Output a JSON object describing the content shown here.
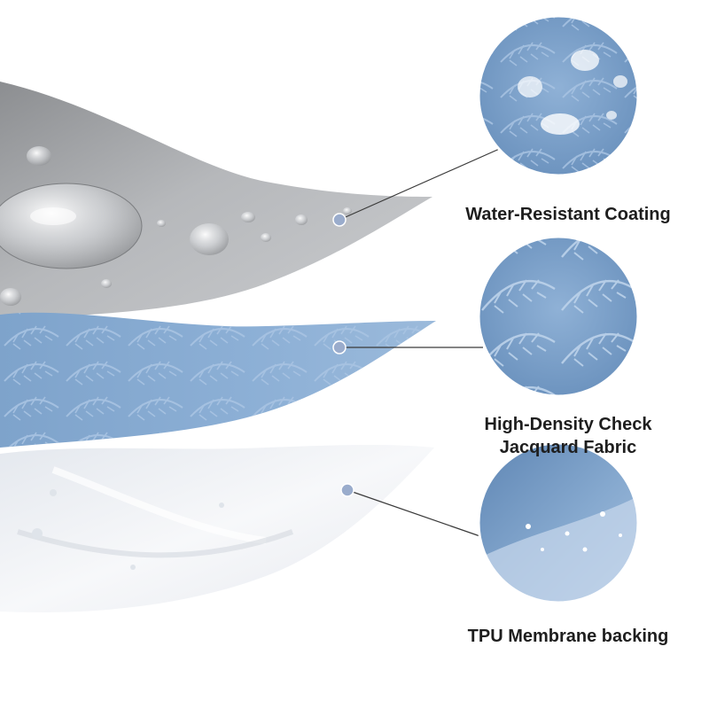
{
  "layers": [
    {
      "name": "water-resistant-coating",
      "lines": [
        "Water-Resistant Coating"
      ],
      "fabric_color": "#a9abae"
    },
    {
      "name": "jacquard-fabric",
      "lines": [
        "High-Density Check",
        "Jacquard Fabric"
      ],
      "fabric_color": "#86a9cf"
    },
    {
      "name": "tpu-membrane",
      "lines": [
        "TPU Membrane backing"
      ],
      "fabric_color": "#eef1f5"
    }
  ],
  "colors": {
    "text": "#1e1e1e",
    "leader_line": "#3a3a3a",
    "dot": "#9aaccc",
    "circle_border": "#ffffff"
  }
}
